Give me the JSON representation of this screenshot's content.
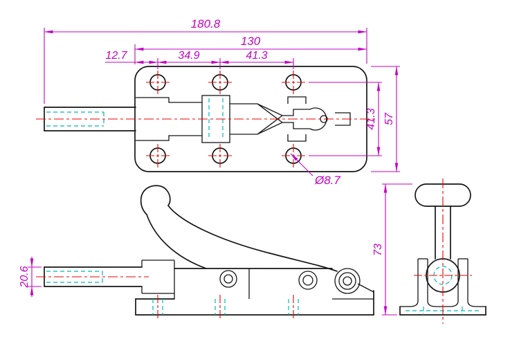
{
  "drawing": {
    "colors": {
      "outline": "#141414",
      "dimension": "#c400c4",
      "centerline": "#e80000",
      "hidden_line": "#00b8b8",
      "background": "#ffffff"
    },
    "dimensions": {
      "total_length": "180.8",
      "body_length": "130",
      "left_offset": "12.7",
      "hole_pitch_1": "34.9",
      "hole_pitch_2": "41.3",
      "hole_row_spacing": "41.3",
      "body_width": "57",
      "hole_diameter": "Ø8.7",
      "overall_height": "73",
      "rod_diameter": "20.6"
    }
  }
}
